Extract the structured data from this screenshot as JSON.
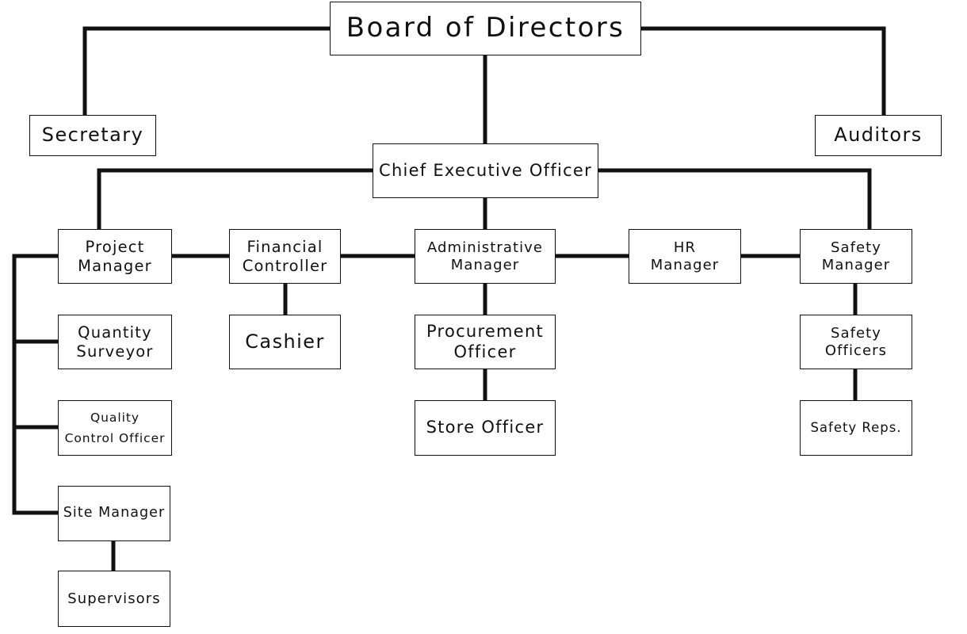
{
  "colors": {
    "line": "#111111",
    "box_border": "#111111",
    "background": "#ffffff",
    "text": "#111111"
  },
  "nodes": {
    "board": "Board of Directors",
    "secretary": "Secretary",
    "auditors": "Auditors",
    "ceo": "Chief Executive Officer",
    "project_manager": "Project\nManager",
    "financial_controller": "Financial\nController",
    "administrative_manager": "Administrative\nManager",
    "hr_manager": "HR\nManager",
    "safety_manager": "Safety\nManager",
    "quantity_surveyor": "Quantity\nSurveyor",
    "quality_control_officer": "Quality\nControl Officer",
    "site_manager": "Site Manager",
    "supervisors": "Supervisors",
    "cashier": "Cashier",
    "procurement_officer": "Procurement\nOfficer",
    "store_officer": "Store Officer",
    "safety_officers": "Safety\nOfficers",
    "safety_reps": "Safety Reps."
  }
}
